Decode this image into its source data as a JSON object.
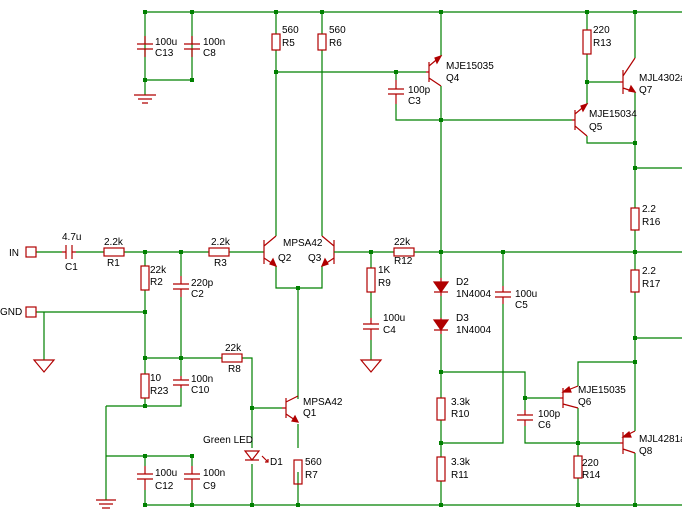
{
  "terminals": {
    "in": "IN",
    "gnd": "GND"
  },
  "components": {
    "C1": {
      "ref": "C1",
      "value": "4.7u"
    },
    "R1": {
      "ref": "R1",
      "value": "2.2k"
    },
    "R2": {
      "ref": "R2",
      "value": "22k"
    },
    "C2": {
      "ref": "C2",
      "value": "220p"
    },
    "R3": {
      "ref": "R3",
      "value": "2.2k"
    },
    "R23": {
      "ref": "R23",
      "value": "10"
    },
    "C10": {
      "ref": "C10",
      "value": "100n"
    },
    "R8": {
      "ref": "R8",
      "value": "22k"
    },
    "C12": {
      "ref": "C12",
      "value": "100u"
    },
    "C9": {
      "ref": "C9",
      "value": "100n"
    },
    "C13": {
      "ref": "C13",
      "value": "100u"
    },
    "C8": {
      "ref": "C8",
      "value": "100n"
    },
    "R5": {
      "ref": "R5",
      "value": "560"
    },
    "R6": {
      "ref": "R6",
      "value": "560"
    },
    "Q2Q3": {
      "ref_left": "Q2",
      "ref_right": "Q3",
      "value": "MPSA42"
    },
    "Q1": {
      "ref": "Q1",
      "value": "MPSA42"
    },
    "D1": {
      "ref": "D1",
      "value": "Green LED"
    },
    "R7": {
      "ref": "R7",
      "value": "560"
    },
    "R9": {
      "ref": "R9",
      "value": "1K"
    },
    "C4": {
      "ref": "C4",
      "value": "100u"
    },
    "R12": {
      "ref": "R12",
      "value": "22k"
    },
    "Q4": {
      "ref": "Q4",
      "value": "MJE15035"
    },
    "C3": {
      "ref": "C3",
      "value": "100p"
    },
    "D2": {
      "ref": "D2",
      "value": "1N4004"
    },
    "D3": {
      "ref": "D3",
      "value": "1N4004"
    },
    "C5": {
      "ref": "C5",
      "value": "100u"
    },
    "R10": {
      "ref": "R10",
      "value": "3.3k"
    },
    "R11": {
      "ref": "R11",
      "value": "3.3k"
    },
    "R13": {
      "ref": "R13",
      "value": "220"
    },
    "Q7": {
      "ref": "Q7",
      "value": "MJL4302a"
    },
    "Q5": {
      "ref": "Q5",
      "value": "MJE15034"
    },
    "R16": {
      "ref": "R16",
      "value": "2.2"
    },
    "R17": {
      "ref": "R17",
      "value": "2.2"
    },
    "Q6": {
      "ref": "Q6",
      "value": "MJE15035"
    },
    "C6": {
      "ref": "C6",
      "value": "100p"
    },
    "R14": {
      "ref": "R14",
      "value": "220"
    },
    "Q8": {
      "ref": "Q8",
      "value": "MJL4281a"
    }
  },
  "colors": {
    "wire": "#008000",
    "component": "#b00000",
    "text": "#000000",
    "background": "#ffffff"
  }
}
